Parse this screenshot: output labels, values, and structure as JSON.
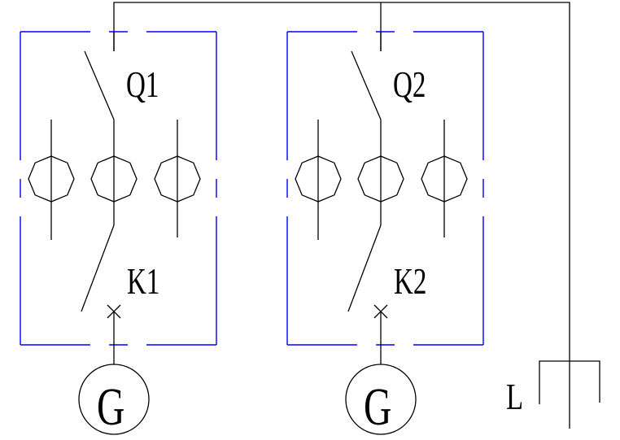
{
  "units": [
    {
      "breaker_label": "Q1",
      "contactor_label": "K1",
      "generator_label": "G"
    },
    {
      "breaker_label": "Q2",
      "contactor_label": "K2",
      "generator_label": "G"
    }
  ],
  "load_label": "L",
  "colors": {
    "wire": "#000000",
    "enclosure": "#0000ff"
  }
}
